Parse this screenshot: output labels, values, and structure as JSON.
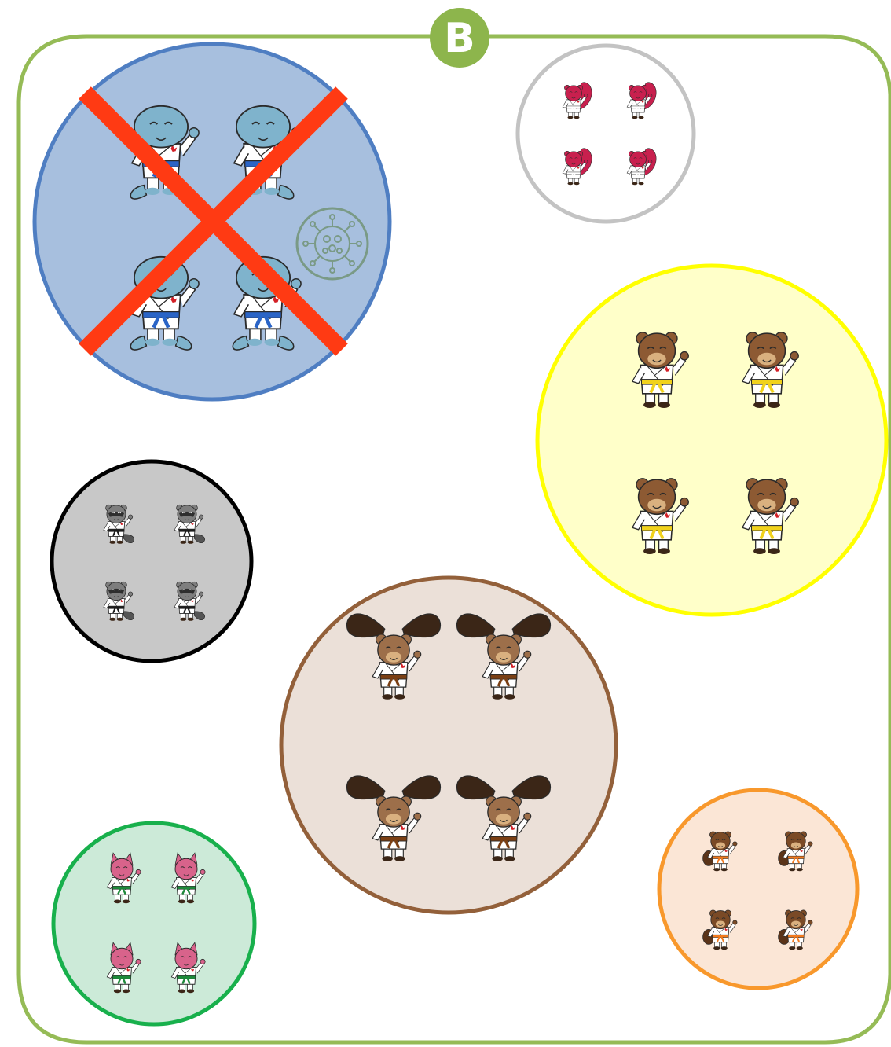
{
  "badge": {
    "label": "B",
    "color": "#8db54c"
  },
  "frame": {
    "stroke": "#95bb56",
    "fill": "#ffffff"
  },
  "groups": [
    {
      "id": "whale",
      "animal": "whale",
      "belt": "blue",
      "count": 4,
      "ring": "#4f7ec2",
      "fill": "#a7bfde",
      "crossed_out": true,
      "virus_badge": true
    },
    {
      "id": "squirrel",
      "animal": "squirrel",
      "belt": "white",
      "count": 4,
      "ring": "#c3c3c3",
      "fill": "#ffffff",
      "crossed_out": false,
      "virus_badge": false
    },
    {
      "id": "bear",
      "animal": "bear",
      "belt": "yellow",
      "count": 4,
      "ring": "#ffff00",
      "fill": "#ffffc9",
      "crossed_out": false,
      "virus_badge": false
    },
    {
      "id": "raccoon",
      "animal": "raccoon",
      "belt": "black",
      "count": 4,
      "ring": "#000000",
      "fill": "#c8c8c8",
      "crossed_out": false,
      "virus_badge": false
    },
    {
      "id": "moose",
      "animal": "moose",
      "belt": "brown",
      "count": 4,
      "ring": "#93603a",
      "fill": "#ebe0d8",
      "crossed_out": false,
      "virus_badge": false
    },
    {
      "id": "beaver",
      "animal": "beaver",
      "belt": "orange",
      "count": 4,
      "ring": "#f8982c",
      "fill": "#fbe6d6",
      "crossed_out": false,
      "virus_badge": false
    },
    {
      "id": "lynx",
      "animal": "lynx",
      "belt": "green",
      "count": 4,
      "ring": "#18b04c",
      "fill": "#ccead8",
      "crossed_out": false,
      "virus_badge": false
    }
  ],
  "cross_color": "#ff3a13",
  "colors": {
    "whale": "#7fb3cc",
    "squirrel": "#c8204e",
    "bear": "#8d5a33",
    "raccoon": "#7e7e7e",
    "moose": "#9d6f4a",
    "beaver": "#7a4a26",
    "lynx": "#d8638b",
    "gi": "#ffffff",
    "outline": "#2a2a2a",
    "maple": "#d32027",
    "belt_blue": "#2a64c6",
    "belt_white": "#ffffff",
    "belt_yellow": "#f1d21c",
    "belt_black": "#1b1b1b",
    "belt_brown": "#7a3f14",
    "belt_orange": "#f27a1e",
    "belt_green": "#1d8a3a",
    "virus": "#7a9a86"
  }
}
